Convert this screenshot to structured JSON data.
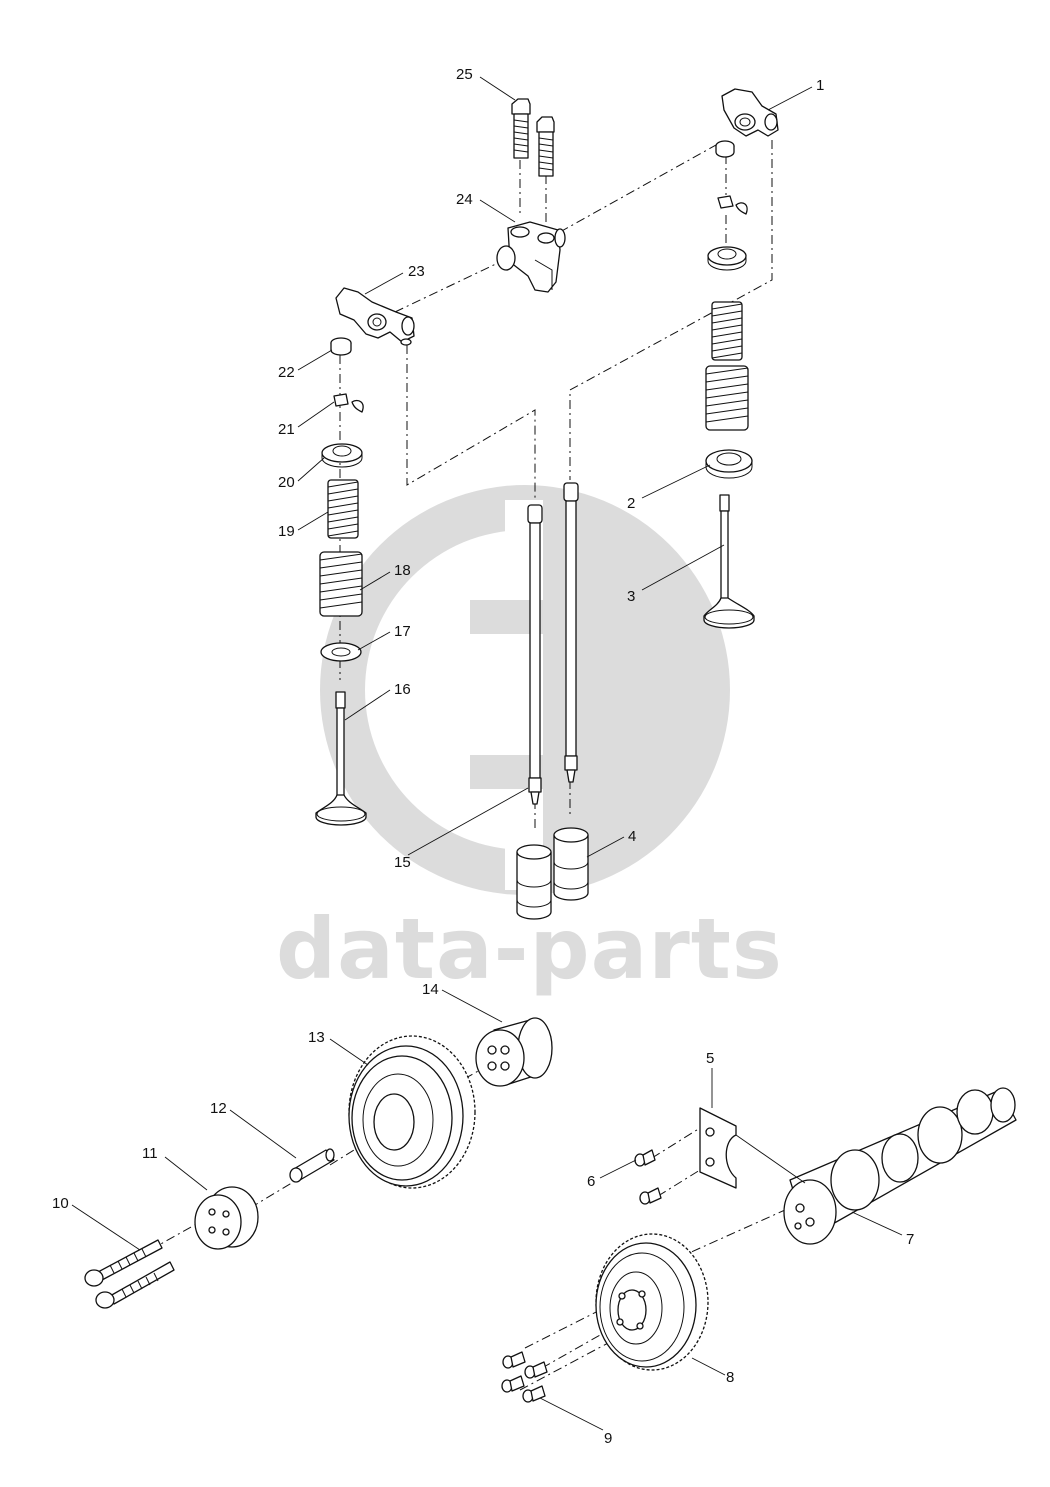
{
  "watermark": {
    "text": "data-parts",
    "color": "#dcdcdc"
  },
  "callouts": {
    "c1": "1",
    "c2": "2",
    "c3": "3",
    "c4": "4",
    "c5": "5",
    "c6": "6",
    "c7": "7",
    "c8": "8",
    "c9": "9",
    "c10": "10",
    "c11": "11",
    "c12": "12",
    "c13": "13",
    "c14": "14",
    "c15": "15",
    "c16": "16",
    "c17": "17",
    "c18": "18",
    "c19": "19",
    "c20": "20",
    "c21": "21",
    "c22": "22",
    "c23": "23",
    "c24": "24",
    "c25": "25"
  }
}
